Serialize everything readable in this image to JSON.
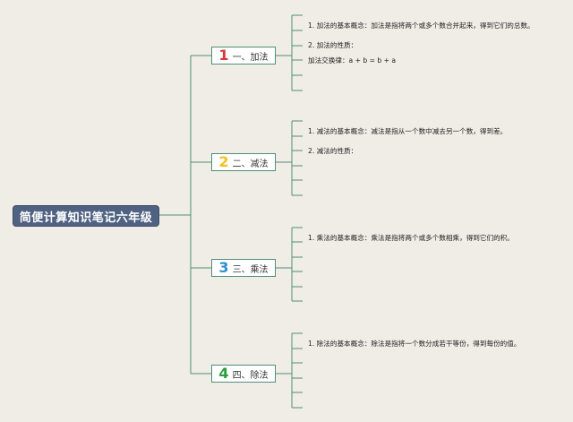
{
  "root": {
    "title": "简便计算知识笔记六年级"
  },
  "branches": [
    {
      "number": "1",
      "number_color": "#d63838",
      "label": "一、加法",
      "notes": [
        "1. 加法的基本概念：加法是指将两个或多个数合并起来，得到它们的总数。",
        "2. 加法的性质：",
        "加法交换律：a + b = b + a"
      ]
    },
    {
      "number": "2",
      "number_color": "#f2c020",
      "label": "二、减法",
      "notes": [
        "1. 减法的基本概念：减法是指从一个数中减去另一个数，得到差。",
        "2. 减法的性质："
      ]
    },
    {
      "number": "3",
      "number_color": "#2f8fd0",
      "label": "三、乘法",
      "notes": [
        "1. 乘法的基本概念：乘法是指将两个或多个数相乘，得到它们的积。"
      ]
    },
    {
      "number": "4",
      "number_color": "#2e9b3e",
      "label": "四、除法",
      "notes": [
        "1. 除法的基本概念：除法是指将一个数分成若干等份，得到每份的值。"
      ]
    }
  ],
  "colors": {
    "background": "#f0ece6",
    "connector": "#4f8f78",
    "root_fill": "#4f6282"
  }
}
